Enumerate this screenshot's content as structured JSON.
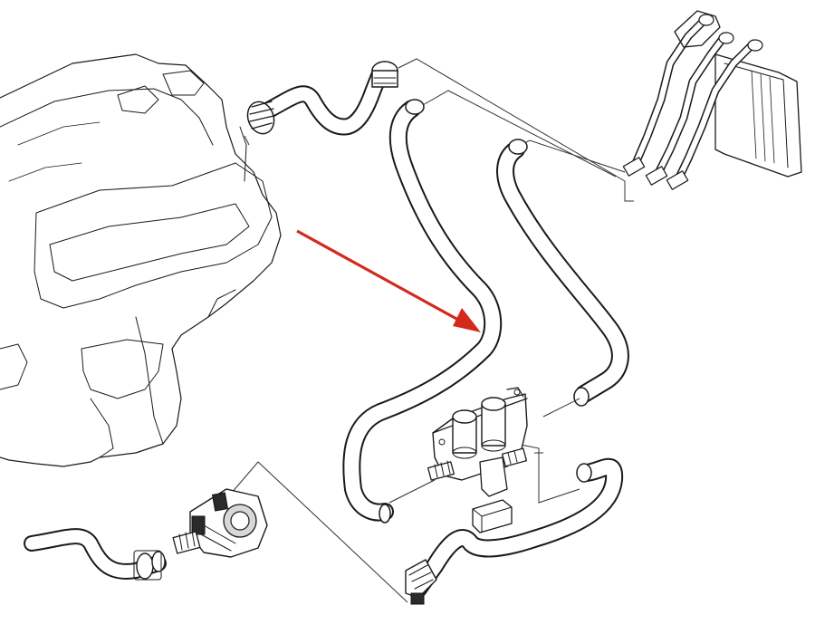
{
  "diagram": {
    "background": "#ffffff",
    "line_color": "#1a1a1a",
    "arrow_color": "#d42a1e",
    "components": [
      {
        "name": "engine-block"
      },
      {
        "name": "upper-feed-hose"
      },
      {
        "name": "long-supply-hose"
      },
      {
        "name": "long-return-hose"
      },
      {
        "name": "heater-control-valve"
      },
      {
        "name": "lower-hose"
      },
      {
        "name": "auxiliary-water-pump"
      },
      {
        "name": "heater-core-pipes"
      }
    ]
  }
}
